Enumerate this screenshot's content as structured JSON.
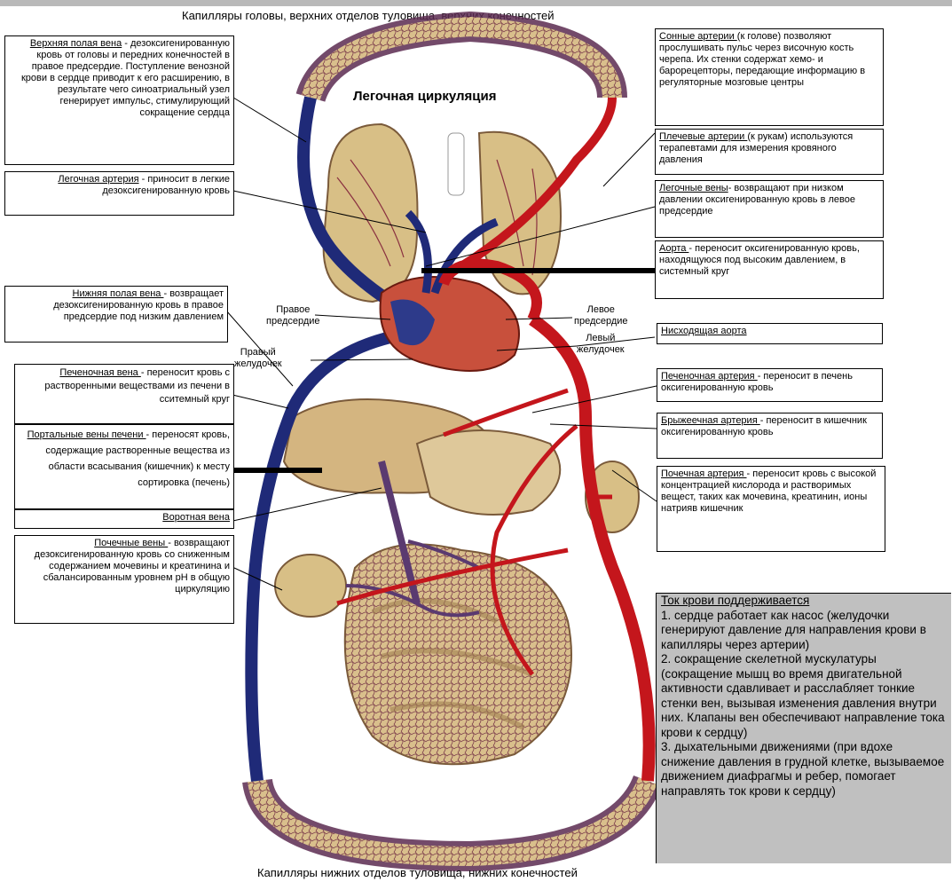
{
  "captions": {
    "top": "Капилляры головы, верхних отделов туловища, верхних конечностей",
    "bottom": "Капилляры нижних отделов туловища, нижних конечностей",
    "center": "Легочная циркуляция"
  },
  "left_boxes": {
    "svc": {
      "title": "Верхняя полая вена",
      "text": " - дезоксигенированную кровь от головы и передних конечностей в правое предсердие. Поступление венозной крови в сердце приводит к его расширению, в результате чего синоатриальный узел генерирует импульс, стимулирующий сокращение сердца"
    },
    "pulm_artery": {
      "title": "Легочная артерия",
      "text": " - приносит в легкие дезоксигенированную кровь"
    },
    "ivc": {
      "title": "Нижняя полая вена ",
      "text": "- возвращает дезоксигенированную кровь в правое предсердие под низким давлением"
    },
    "hepatic_vein": {
      "title": "Печеночная вена ",
      "text": "- переносит кровь с растворенными веществами из печени в сситемный круг"
    },
    "portal_veins": {
      "title": "Портальные вены печени ",
      "text": "- переносят кровь, содержащие растворенные вещества из области всасывания (кишечник) к месту сортировка (печень)"
    },
    "portal_vein": {
      "title": "Воротная вена",
      "text": ""
    },
    "renal_veins": {
      "title": "Почечные вены ",
      "text": "- возвращают дезоксигенированную кровь со сниженным содержанием мочевины и креатинина и сбалансированным уровнем pH в общую циркуляцию"
    }
  },
  "right_boxes": {
    "carotid": {
      "title": "Сонные артерии ",
      "text": "(к голове) позволяют прослушивать пульс через височную кость черепа. Их стенки содержат хемо- и барорецепторы, передающие информацию в регуляторные мозговые центры"
    },
    "brachial": {
      "title": "Плечевые артерии ",
      "text": "(к рукам) используются терапевтами для измерения кровяного давления"
    },
    "pulm_veins": {
      "title": "Легочные вены",
      "text": "- возвращают при низком давлении оксигенированную кровь в левое предсердие"
    },
    "aorta": {
      "title": "Аорта ",
      "text": "- переносит оксигенированную кровь, находящуюся под высоким давлением, в системный круг"
    },
    "desc_aorta": {
      "title": "Нисходящая аорта",
      "text": ""
    },
    "hepatic_artery": {
      "title": "Печеночная артерия ",
      "text": "- переносит в печень оксигенированную кровь"
    },
    "mesenteric": {
      "title": "Брыжеечная артерия ",
      "text": "- переносит в кишечник оксигенированную кровь"
    },
    "renal_artery": {
      "title": "Почечная артерия ",
      "text": "- переносит кровь с высокой концентрацией кислорода и растворимых вещест, таких как мочевина, креатинин, ионы натрияв кишечник"
    }
  },
  "heart_labels": {
    "right_atrium": "Правое\nпредсердие",
    "right_ventricle": "Правый\nжелудочек",
    "left_atrium": "Левое\nпредсердие",
    "left_ventricle": "Левый\nжелудочек"
  },
  "summary": {
    "title": "Ток крови поддерживается",
    "items": [
      "1. сердце работает как насос (желудочки генерируют давление для направления крови в капилляры через артерии)",
      "2. сокращение скелетной мускулатуры (сокращение мышц во время двигательной активности сдавливает и расслабляет тонкие стенки вен, вызывая изменения давления внутри них. Клапаны вен обеспечивают направление тока крови к сердцу)",
      "3. дыхательными движениями (при вдохе снижение давления в грудной клетке, вызываемое движением диафрагмы и ребер, помогает направлять ток крови к сердцу)"
    ]
  },
  "colors": {
    "artery": "#c4161c",
    "vein": "#1f2a78",
    "organ": "#d9c08a",
    "summary_bg": "#c0c0c0"
  }
}
